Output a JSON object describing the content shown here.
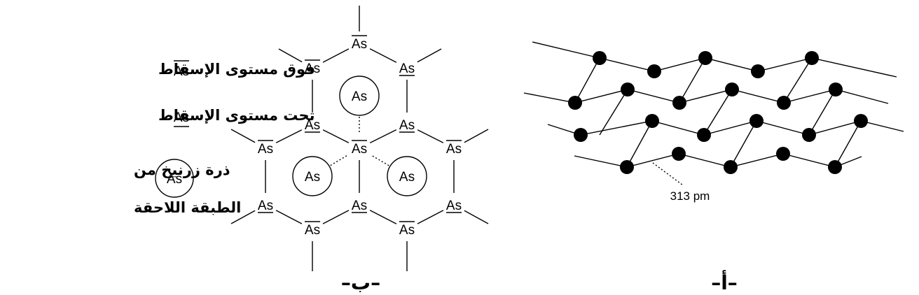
{
  "legend": {
    "above_symbol": "As",
    "above_text": "فوق مستوى الإسقاط",
    "below_symbol": "As",
    "below_text": "تحت مستوى الإسقاط",
    "next_symbol": "As",
    "next_text_line1": "ذرة زرنيخ من",
    "next_text_line2": "الطبقة اللاحقة"
  },
  "panel_b": {
    "atom_label": "As",
    "caption": "–ب–"
  },
  "panel_a": {
    "distance_label": "313 pm",
    "caption": "–أ–"
  }
}
